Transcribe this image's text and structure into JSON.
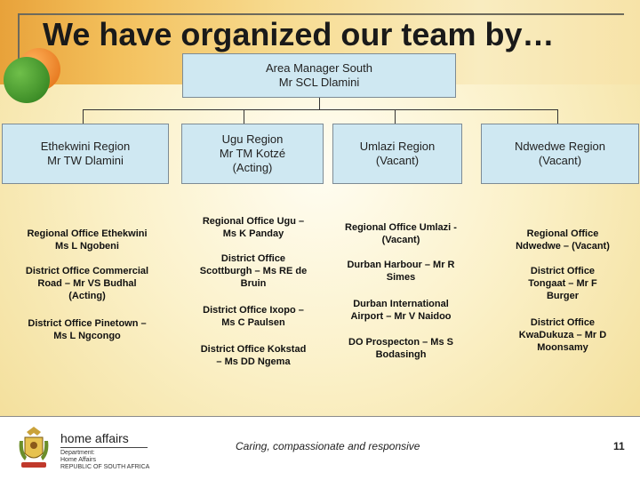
{
  "title": "We have organized our team by…",
  "manager": {
    "line1": "Area Manager South",
    "line2": "Mr SCL Dlamini"
  },
  "regions": [
    {
      "header": "Ethekwini Region\nMr TW Dlamini",
      "offices": [
        "Regional Office Ethekwini\nMs L Ngobeni",
        "District Office Commercial\nRoad – Mr VS Budhal\n(Acting)",
        "District Office Pinetown –\nMs L Ngcongo"
      ]
    },
    {
      "header": "Ugu Region\nMr TM Kotzé\n(Acting)",
      "offices": [
        "Regional Office Ugu –\nMs K Panday",
        "District Office\nScottburgh – Ms RE de\nBruin",
        "District Office Ixopo –\nMs C Paulsen",
        "District Office Kokstad\n– Ms DD Ngema"
      ]
    },
    {
      "header": "Umlazi Region\n(Vacant)",
      "offices": [
        "Regional Office Umlazi -\n(Vacant)",
        "Durban Harbour – Mr R\nSimes",
        "Durban International\nAirport – Mr V Naidoo",
        "DO Prospecton – Ms S\nBodasingh"
      ]
    },
    {
      "header": "Ndwedwe Region\n(Vacant)",
      "offices": [
        "Regional Office\nNdwedwe – (Vacant)",
        "District Office\nTongaat – Mr F\nBurger",
        "District Office\nKwaDukuza – Mr D\nMoonsamy"
      ]
    }
  ],
  "footer": {
    "brand": "home affairs",
    "sub": "Department:\nHome Affairs\nREPUBLIC OF SOUTH AFRICA",
    "tagline": "Caring, compassionate and responsive",
    "page": "11"
  },
  "colors": {
    "box_fill": "#cfe8f2",
    "accent_orange": "#e8a23a",
    "accent_green": "#2a7a1a"
  }
}
